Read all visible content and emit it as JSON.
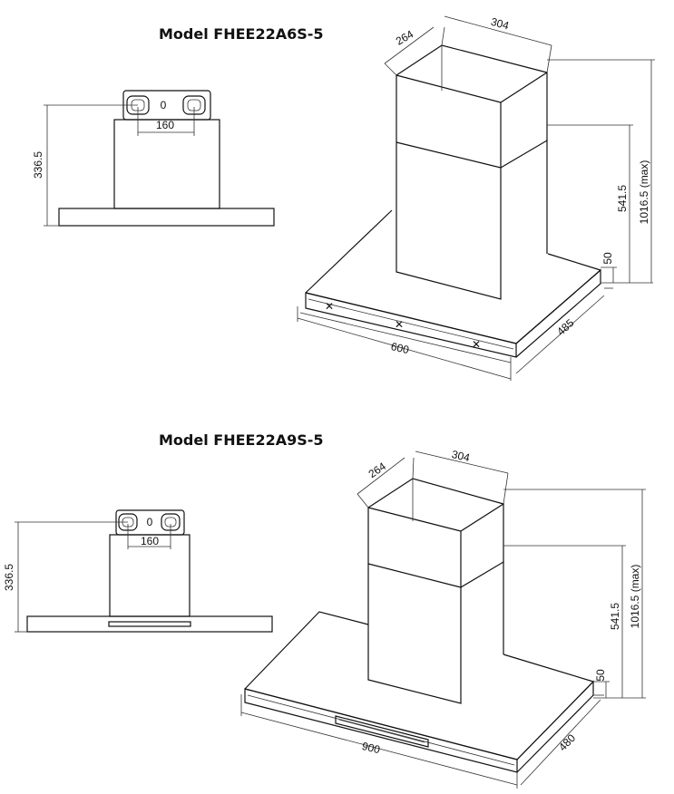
{
  "models": [
    {
      "title": "Model FHEE22A6S-5",
      "front": {
        "height": "336.5",
        "spigot": "160",
        "center_mark": "0"
      },
      "iso": {
        "width": "600",
        "depth": "485",
        "hood": "50",
        "chimney_low": "541.5",
        "chimney_max": "1016.5 (max)",
        "duct_d": "264",
        "duct_w": "304"
      }
    },
    {
      "title": "Model FHEE22A9S-5",
      "front": {
        "height": "336.5",
        "spigot": "160",
        "center_mark": "0"
      },
      "iso": {
        "width": "900",
        "depth": "480",
        "hood": "50",
        "chimney_low": "541.5",
        "chimney_max": "1016.5 (max)",
        "duct_d": "264",
        "duct_w": "304"
      }
    }
  ]
}
